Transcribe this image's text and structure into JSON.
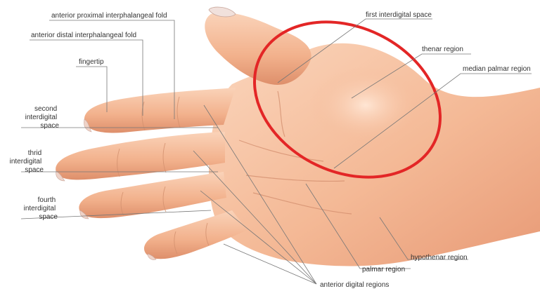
{
  "labels": {
    "anterior_proximal_interphalangeal_fold": "anterior proximal interphalangeal fold",
    "anterior_distal_interphalangeal_fold": "anterior distal interphalangeal fold",
    "fingertip": "fingertip",
    "second_interdigital_space": [
      "second",
      "interdigital",
      "space"
    ],
    "third_interdigital_space": [
      "thrid",
      "interdigital",
      "space"
    ],
    "fourth_interdigital_space": [
      "fourth",
      "interdigital",
      "space"
    ],
    "first_interdigital_space": "first interdigital space",
    "thenar_region": "thenar region",
    "median_palmar_region": "median palmar region",
    "hypothenar_region": "hypothenar region",
    "palmar_region": "palmar region",
    "anterior_digital_regions": "anterior digital regions"
  },
  "colors": {
    "highlight_ellipse": "#e32626",
    "skin_base": "#f3b48f",
    "skin_light": "#fbd2b6",
    "skin_shadow": "#df8e6b",
    "leader_line": "#777777"
  }
}
